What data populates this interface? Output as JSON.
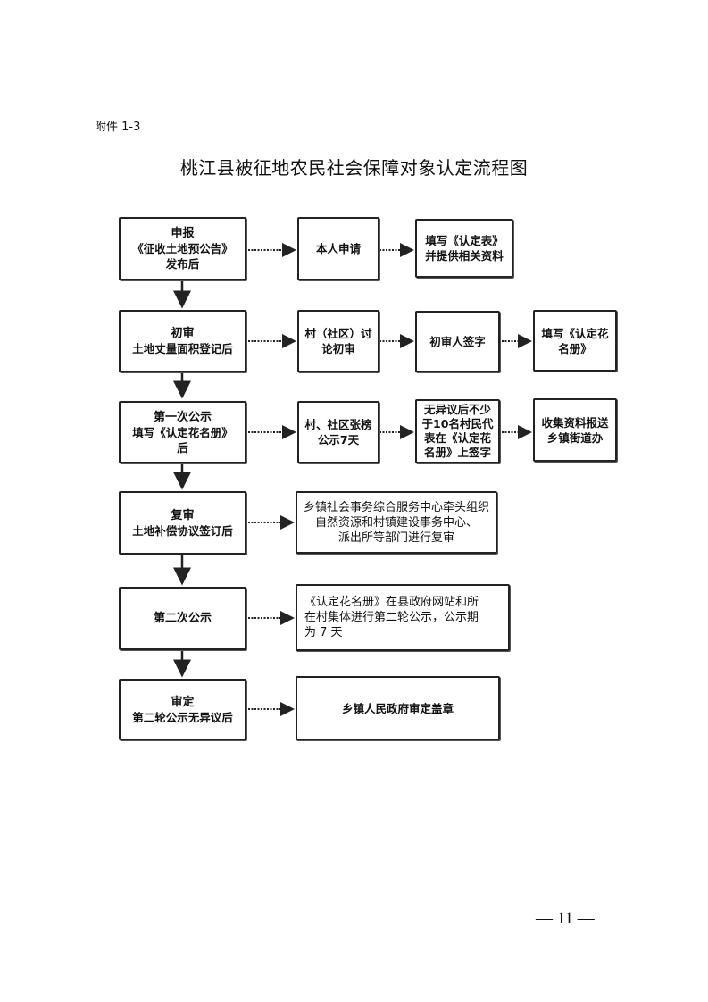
{
  "attachment_label": "附件 1-3",
  "title": "桃江县被征地农民社会保障对象认定流程图",
  "page_number": "— 11 —",
  "rows": [
    {
      "main": [
        "申报",
        "《征收土地预公告》",
        "发布后"
      ],
      "steps": [
        [
          "本人申请"
        ],
        [
          "填写《认定表》",
          "并提供相关资料"
        ]
      ]
    },
    {
      "main": [
        "初审",
        "土地丈量面积登记后"
      ],
      "steps": [
        [
          "村（社区）讨",
          "论初审"
        ],
        [
          "初审人签字"
        ],
        [
          "填写《认定花",
          "名册》"
        ]
      ]
    },
    {
      "main": [
        "第一次公示",
        "填写《认定花名册》",
        "后"
      ],
      "steps": [
        [
          "村、社区张榜",
          "公示7天"
        ],
        [
          "无异议后不少",
          "于10名村民代",
          "表在《认定花",
          "名册》上签字"
        ],
        [
          "收集资料报送",
          "乡镇街道办"
        ]
      ]
    },
    {
      "main": [
        "复审",
        "土地补偿协议签订后"
      ],
      "steps": [
        [
          "乡镇社会事务综合服务中心牵头组织",
          "自然资源和村镇建设事务中心、",
          "派出所等部门进行复审"
        ]
      ]
    },
    {
      "main": [
        "第二次公示"
      ],
      "steps": [
        [
          "《认定花名册》在县政府网站和所",
          "在村集体进行第二轮公示，公示期",
          "为 7 天"
        ]
      ]
    },
    {
      "main": [
        "审定",
        "第二轮公示无异议后"
      ],
      "steps": [
        [
          "乡镇人民政府审定盖章"
        ]
      ]
    }
  ]
}
